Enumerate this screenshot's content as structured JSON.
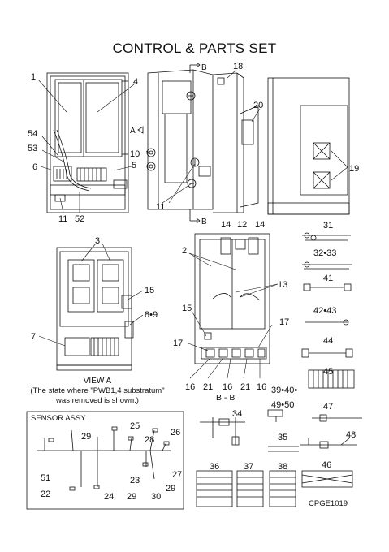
{
  "title": "CONTROL & PARTS SET",
  "figure_code": "CPGE1019",
  "view_a_caption": [
    "VIEW A",
    "(The state where \"PWB1,4 substratum\"",
    "was removed is shown.)"
  ],
  "section_b": "B - B",
  "sensor_box_title": "SENSOR ASSY",
  "view_markers": {
    "b": "B",
    "a": "A"
  },
  "callouts": {
    "c1": "1",
    "c4": "4",
    "c54": "54",
    "c53": "53",
    "c6": "6",
    "c5": "5",
    "c11a": "11",
    "c52": "52",
    "c18": "18",
    "c20": "20",
    "c10": "10",
    "c11b": "11",
    "c19": "19",
    "c3": "3",
    "c15a": "15",
    "c89": "8•9",
    "c7": "7",
    "c2": "2",
    "c14a": "14",
    "c12": "12",
    "c14b": "14",
    "c13": "13",
    "c15b": "15",
    "c17a": "17",
    "c17b": "17",
    "c16a": "16",
    "c21a": "21",
    "c16b": "16",
    "c21b": "21",
    "c16c": "16",
    "c31": "31",
    "c3233": "32•33",
    "c41": "41",
    "c4243": "42•43",
    "c44": "44",
    "c45": "45",
    "c394041": "39•40•",
    "c4950": "49•50",
    "c47": "47",
    "c48": "48",
    "c34": "34",
    "c35": "35",
    "c36": "36",
    "c37": "37",
    "c38": "38",
    "c46": "46",
    "c29a": "29",
    "c25": "25",
    "c26": "26",
    "c28": "28",
    "c27": "27",
    "c51": "51",
    "c23": "23",
    "c29b": "29",
    "c22": "22",
    "c24": "24",
    "c29c": "29",
    "c30": "30"
  }
}
